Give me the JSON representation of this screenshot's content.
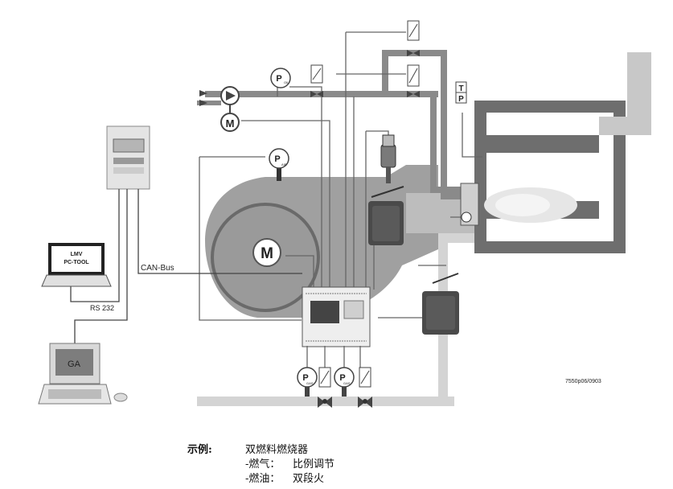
{
  "labels": {
    "can_bus": "CAN-Bus",
    "rs232": "RS 232",
    "pc_tool_line1": "LMV",
    "pc_tool_line2": "PC-TOOL",
    "ga": "GA",
    "motor": "M",
    "pump_motor": "M",
    "p_oil": "P",
    "p_oil_sub": "OIL",
    "p_air": "P",
    "p_air_sub": "AIR",
    "p_gas1": "P",
    "p_gas1_sub": "GAS",
    "p_gas2": "P",
    "p_gas2_sub": "GAS",
    "t_label": "T",
    "p_label": "P",
    "drawing_code": "7550p06/0903"
  },
  "caption": {
    "heading": "示例:",
    "line1": "双燃料燃烧器",
    "line2_label": "-燃气：",
    "line2_value": "比例调节",
    "line3_label": "-燃油：",
    "line3_value": "双段火"
  },
  "colors": {
    "pipe": "#8a8a8a",
    "pipe_light": "#d4d4d4",
    "burner_body": "#9c9c9c",
    "motor_dark": "#6a6a6a",
    "boiler": "#6e6e6e",
    "actuator": "#4a4a4a",
    "line": "#666666"
  }
}
